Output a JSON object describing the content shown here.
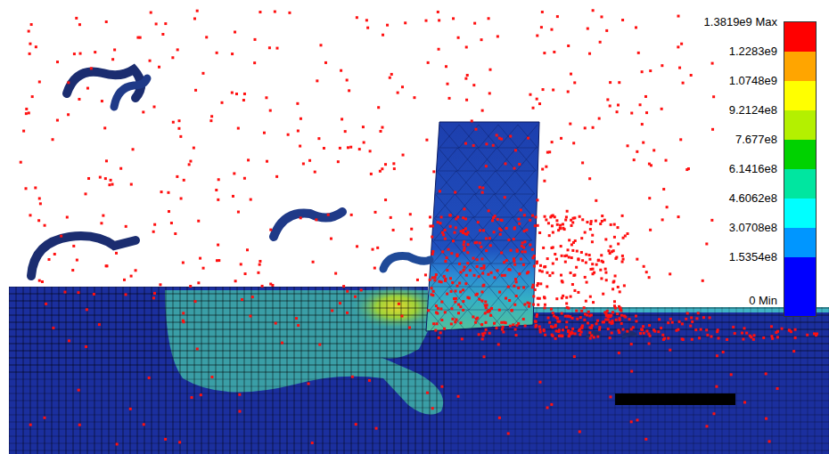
{
  "diagram": {
    "legend": [
      {
        "text": "1.3819e9 Max",
        "color": "#ff0000"
      },
      {
        "text": "1.2283e9",
        "color": "#ffa500"
      },
      {
        "text": "1.0748e9",
        "color": "#ffff00"
      },
      {
        "text": "9.2124e8",
        "color": "#b4f000"
      },
      {
        "text": "7.677e8",
        "color": "#00d200"
      },
      {
        "text": "6.1416e8",
        "color": "#00e6a0"
      },
      {
        "text": "4.6062e8",
        "color": "#00ffff"
      },
      {
        "text": "3.0708e8",
        "color": "#0096ff"
      },
      {
        "text": "1.5354e8",
        "color": "#0000ff"
      },
      {
        "text": "0 Min",
        "color": "#0000ff"
      }
    ]
  }
}
